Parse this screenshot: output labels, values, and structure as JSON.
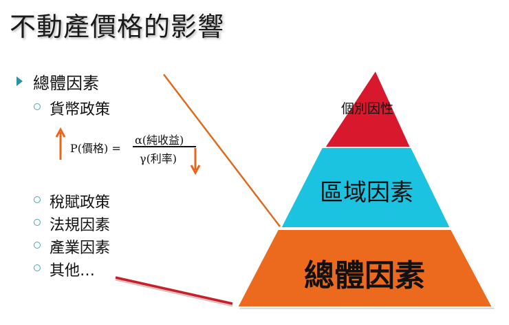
{
  "title": "不動產價格的影響",
  "bullets": {
    "level1": "總體因素",
    "level2_top": "貨幣政策",
    "level2_rest": [
      "稅賦政策",
      "法規因素",
      "產業因素",
      "其他…"
    ]
  },
  "formula": {
    "lhs": "P(價格) =",
    "numerator": "α(純收益)",
    "denominator": "γ(利率)"
  },
  "pyramid": {
    "top_label": "個別因性",
    "middle_label": "區域因素",
    "bottom_label": "總體因素"
  },
  "colors": {
    "top": "#d8182c",
    "middle": "#1bc3e0",
    "bottom": "#ec6a1e",
    "arrow": "#e8661c",
    "connector_orange": "#e06a1c",
    "connector_red": "#c8202a",
    "bullet_marker": "#2e8fa6"
  },
  "icons": {
    "level1_marker": "triangle-right-icon",
    "level2_marker": "circle-outline-icon",
    "up_arrow": "arrow-up-icon",
    "down_arrow": "arrow-down-icon"
  }
}
